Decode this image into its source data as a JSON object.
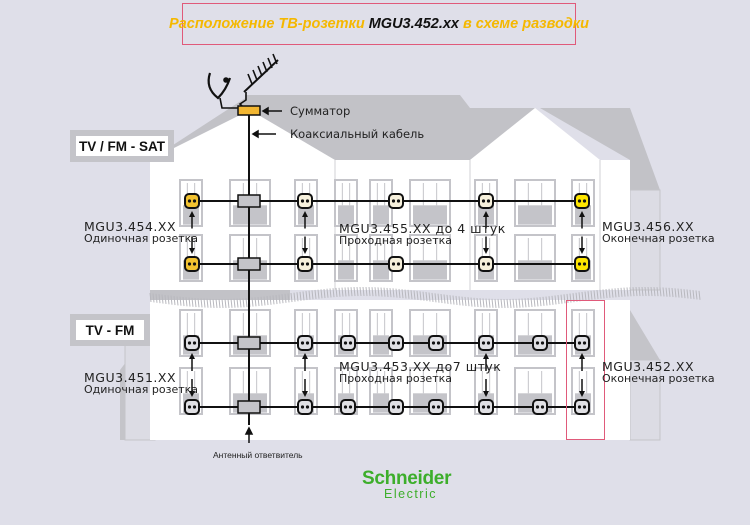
{
  "title": {
    "part1": "Расположение ТВ-розетки",
    "part2": "MGU3.452.xx",
    "part3": "в схеме разводки"
  },
  "colors": {
    "background": "#dfdfe9",
    "title_yellow": "#f5b800",
    "highlight_border": "#e05a7a",
    "sat_socket": "#f2c230",
    "sat_end_socket": "#ffe600",
    "pass_socket": "#f6f0dc",
    "tvfm_socket": "#e0e0e4",
    "logo_green": "#3dae2b"
  },
  "annotations": {
    "summator": "Сумматор",
    "coax_cable": "Коаксиальный кабель",
    "antenna_splitter": "Антенный ответвитель"
  },
  "zones": {
    "sat": "TV / FM - SAT",
    "tvfm": "TV - FM"
  },
  "labels": {
    "sat_single": {
      "code": "MGU3.454.XX",
      "desc": "Одиночная розетка"
    },
    "sat_pass": {
      "code": "MGU3.455.XX до 4 штук",
      "desc": "Проходная розетка"
    },
    "sat_end": {
      "code": "MGU3.456.XX",
      "desc": "Оконечная розетка"
    },
    "tvfm_single": {
      "code": "MGU3.451.XX",
      "desc": "Одиночная розетка"
    },
    "tvfm_pass": {
      "code": "MGU3.453.XX до7 штук",
      "desc": "Проходная розетка"
    },
    "tvfm_end": {
      "code": "MGU3.452.XX",
      "desc": "Оконечная розетка"
    }
  },
  "logo": {
    "line1": "Schneider",
    "line2": "Electric"
  }
}
